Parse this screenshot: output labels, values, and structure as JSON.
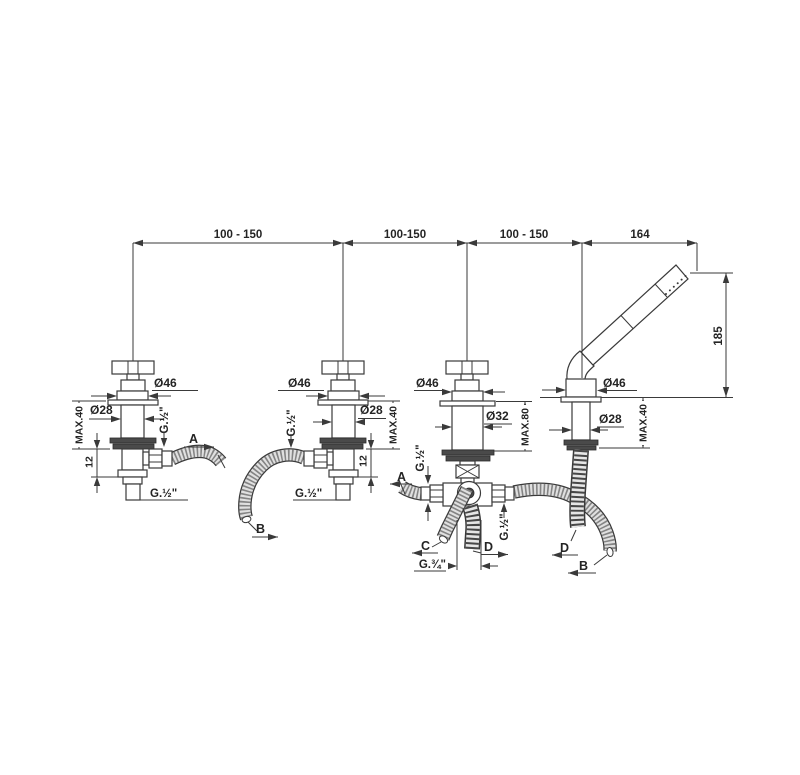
{
  "drawing": {
    "dim_top_1": "100 - 150",
    "dim_top_2": "100-150",
    "dim_top_3": "100 - 150",
    "dim_top_4": "164",
    "dim_height": "185",
    "valve1": {
      "dia_flange": "Ø46",
      "dia_body": "Ø28",
      "max_depth": "MAX.40",
      "thread_side": "G.½\"",
      "thread_bottom": "G.½\"",
      "dim_12": "12",
      "flow": "A"
    },
    "valve2": {
      "dia_flange": "Ø46",
      "dia_body": "Ø28",
      "max_depth": "MAX.40",
      "thread_side": "G.½\"",
      "thread_bottom": "G.½\"",
      "dim_12": "12",
      "flow": "B"
    },
    "diverter": {
      "dia_flange": "Ø46",
      "dia_body": "Ø32",
      "max_depth": "MAX.80",
      "thread_left": "G.½\"",
      "thread_right": "G.½\"",
      "thread_bottom": "G.¾\"",
      "flow_in": "A",
      "flow_spout": "C",
      "flow_shower": "D"
    },
    "shower": {
      "dia_flange": "Ø46",
      "dia_body": "Ø28",
      "max_depth": "MAX.40",
      "flow_hose": "D",
      "flow_supply": "B"
    }
  }
}
